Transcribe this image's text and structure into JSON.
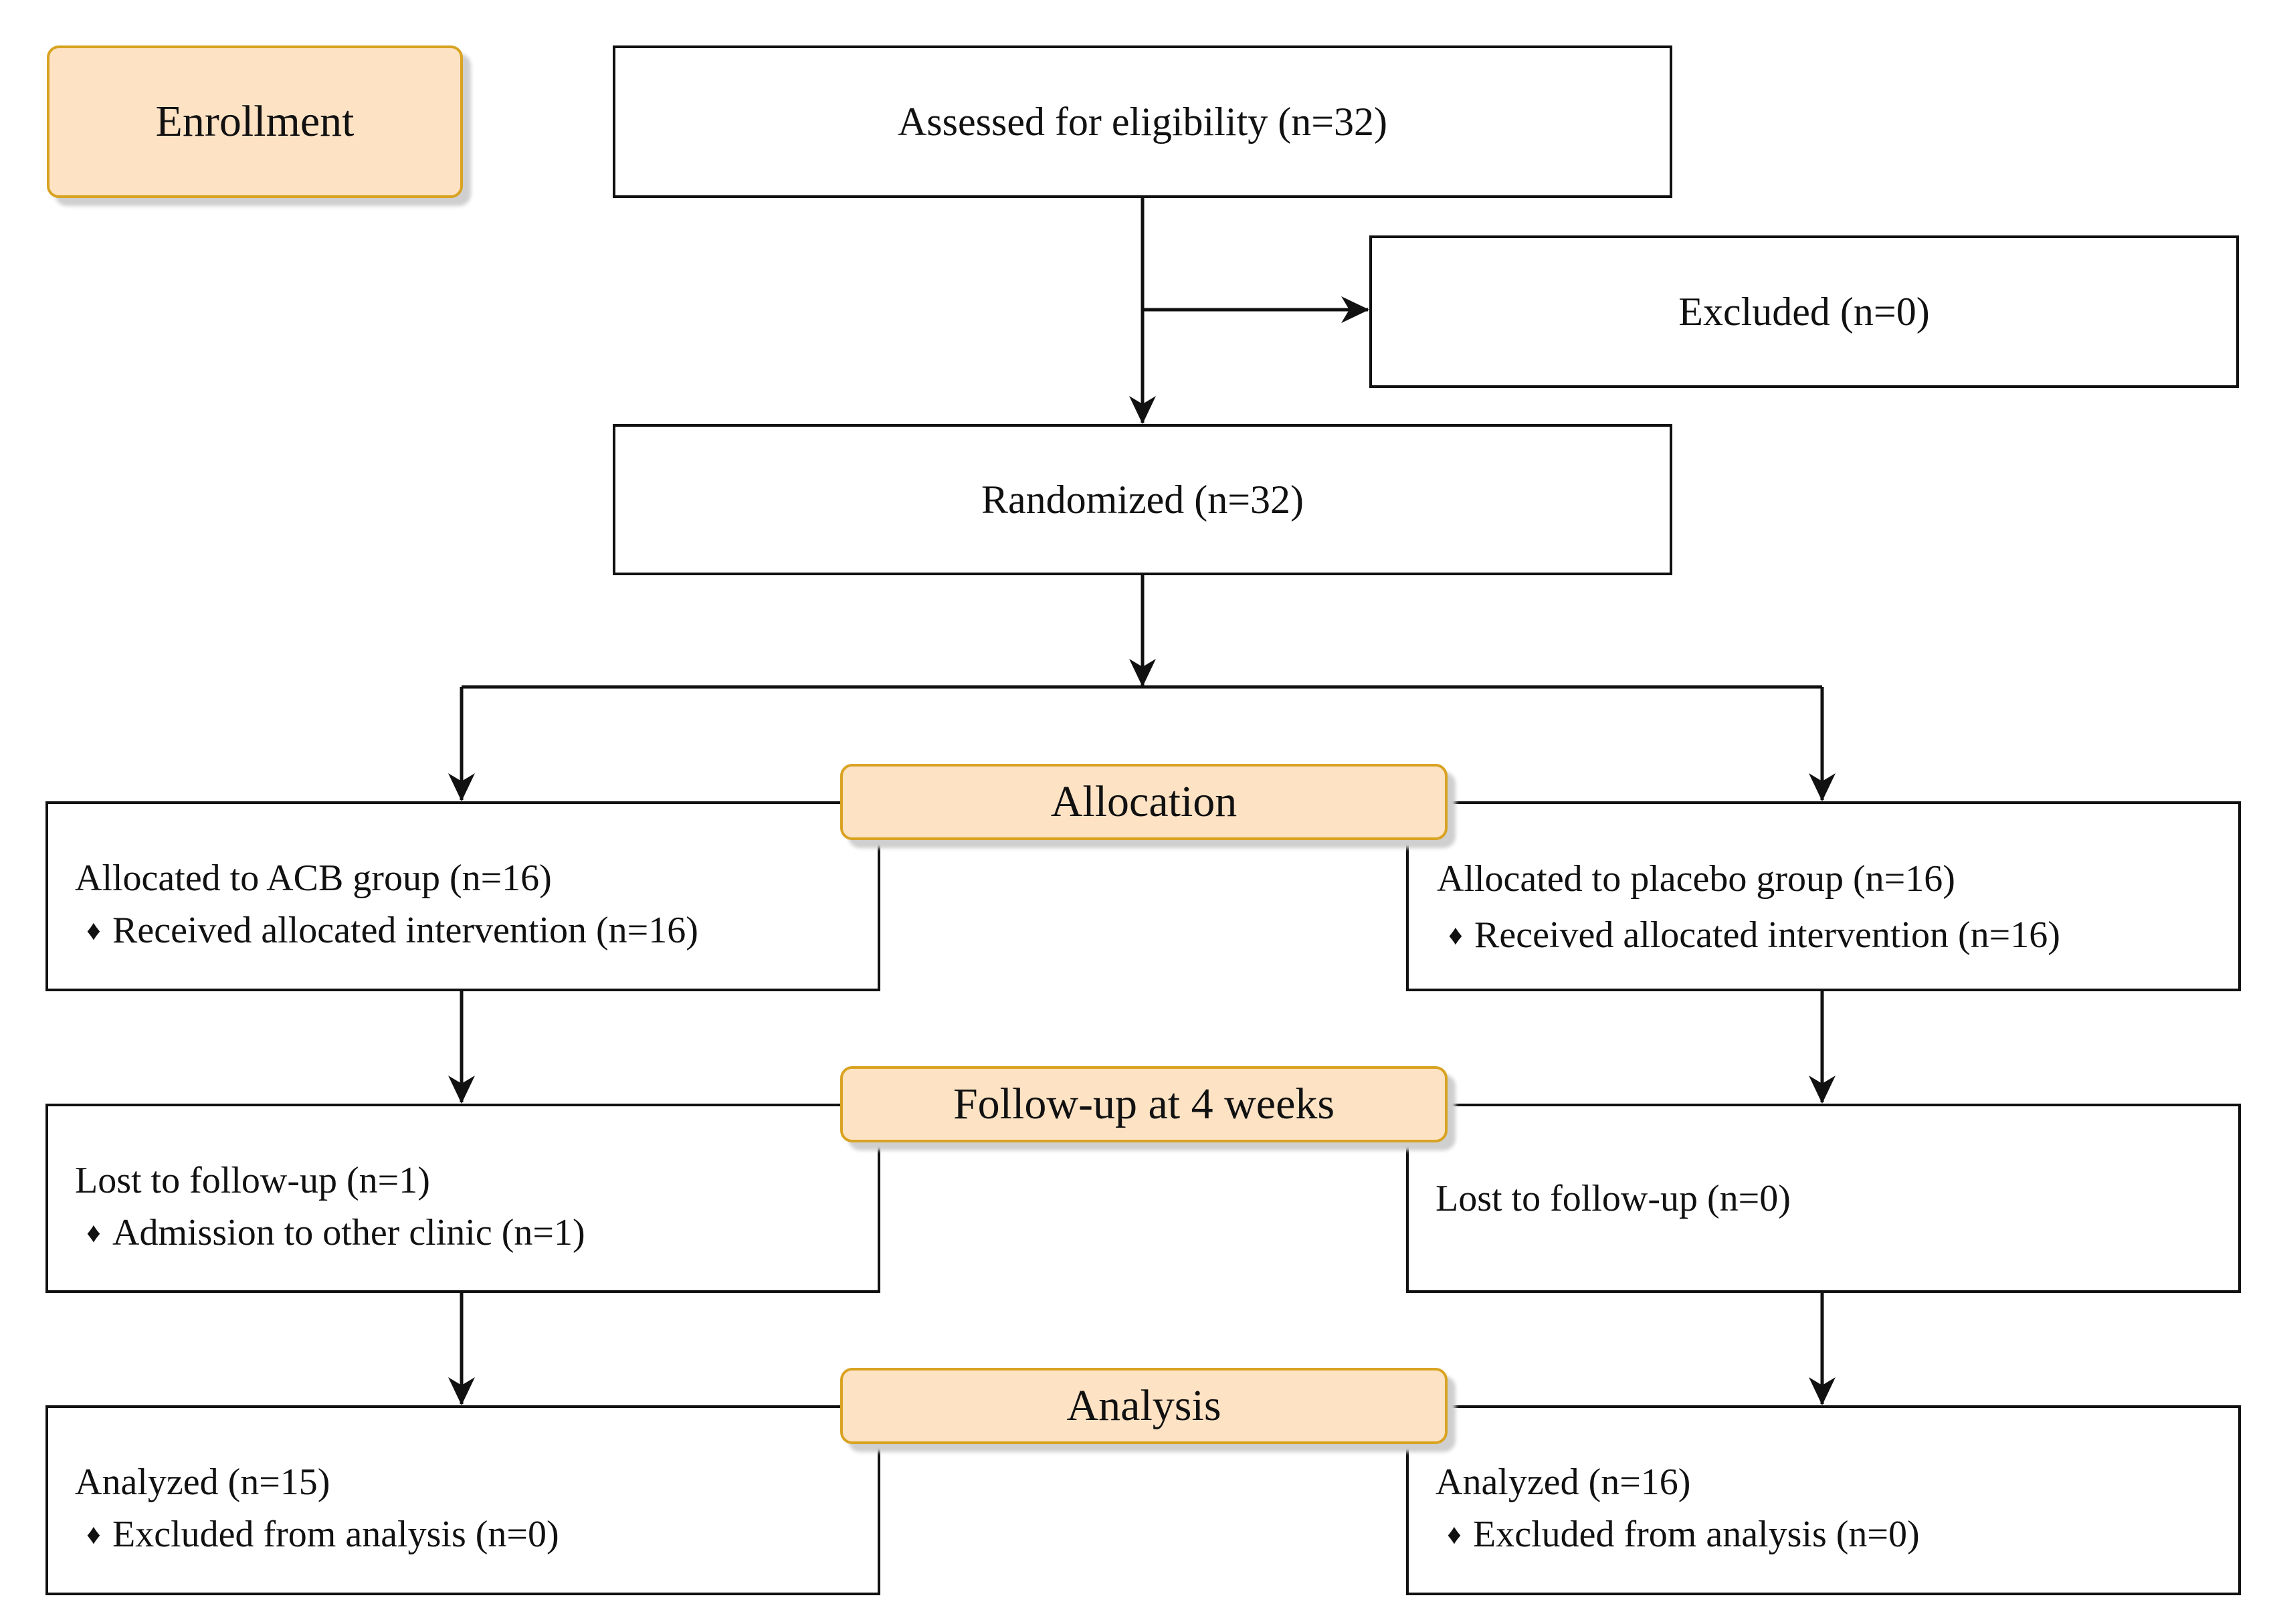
{
  "stages": {
    "enrollment": "Enrollment",
    "allocation": "Allocation",
    "followup": "Follow-up at 4 weeks",
    "analysis": "Analysis"
  },
  "boxes": {
    "assessed": "Assessed for eligibility (n=32)",
    "excluded": "Excluded (n=0)",
    "randomized": "Randomized (n=32)",
    "acb_allocated": {
      "line1": "Allocated to ACB group (n=16)",
      "bullet": "♦",
      "line2": "Received allocated intervention (n=16)"
    },
    "placebo_allocated": {
      "line1": "Allocated to placebo group (n=16)",
      "bullet": "♦",
      "line2": "Received allocated intervention (n=16)"
    },
    "acb_followup": {
      "line1": "Lost to follow-up (n=1)",
      "bullet": "♦",
      "line2": "Admission to other clinic (n=1)"
    },
    "placebo_followup": {
      "line1": "Lost to follow-up (n=0)"
    },
    "acb_analysis": {
      "line1": "Analyzed (n=15)",
      "bullet": "♦",
      "line2": "Excluded from analysis (n=0)"
    },
    "placebo_analysis": {
      "line1": "Analyzed (n=16)",
      "bullet": "♦",
      "line2": "Excluded from analysis (n=0)"
    }
  }
}
